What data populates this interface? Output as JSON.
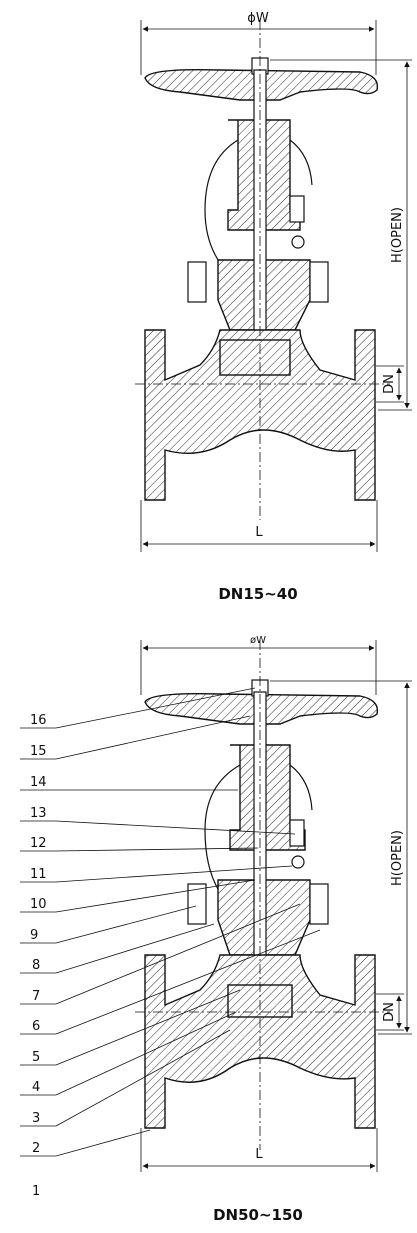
{
  "diagrams": [
    {
      "caption": "DN15~40",
      "dim_width": "ϕW",
      "dim_height": "H(OPEN)",
      "dim_length": "L",
      "dim_dn": "DN"
    },
    {
      "caption": "DN50~150",
      "dim_width": "øW",
      "dim_height": "H(OPEN)",
      "dim_length": "L",
      "dim_dn": "DN",
      "part_numbers": [
        "16",
        "15",
        "14",
        "13",
        "12",
        "11",
        "10",
        "9",
        "8",
        "7",
        "6",
        "5",
        "4",
        "3",
        "2",
        "1"
      ]
    }
  ]
}
